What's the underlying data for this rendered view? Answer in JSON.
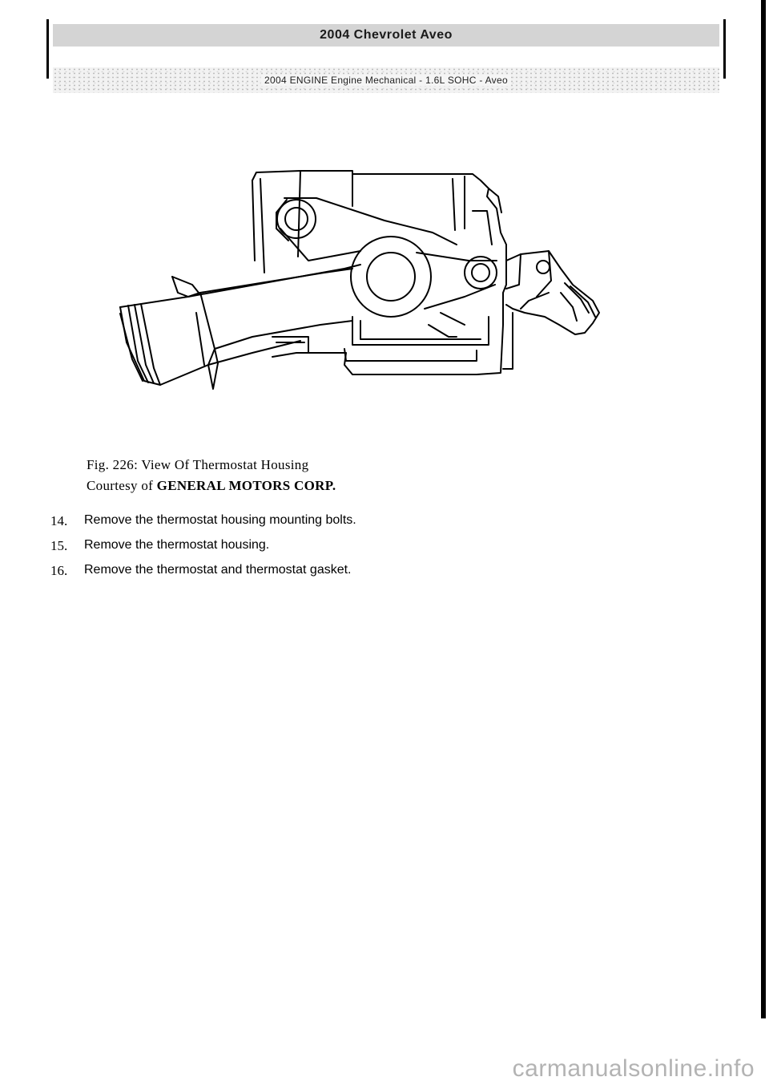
{
  "header": {
    "title": "2004 Chevrolet Aveo",
    "subtitle": "2004 ENGINE Engine Mechanical - 1.6L SOHC - Aveo"
  },
  "figure": {
    "caption_line1": "Fig. 226: View Of Thermostat Housing",
    "courtesy_prefix": "Courtesy of",
    "courtesy_source": "GENERAL MOTORS CORP."
  },
  "steps": [
    {
      "number": "14.",
      "text": "Remove the thermostat housing mounting bolts."
    },
    {
      "number": "15.",
      "text": "Remove the thermostat housing."
    },
    {
      "number": "16.",
      "text": "Remove the thermostat and thermostat gasket."
    }
  ],
  "watermark": "carmanualsonline.info"
}
